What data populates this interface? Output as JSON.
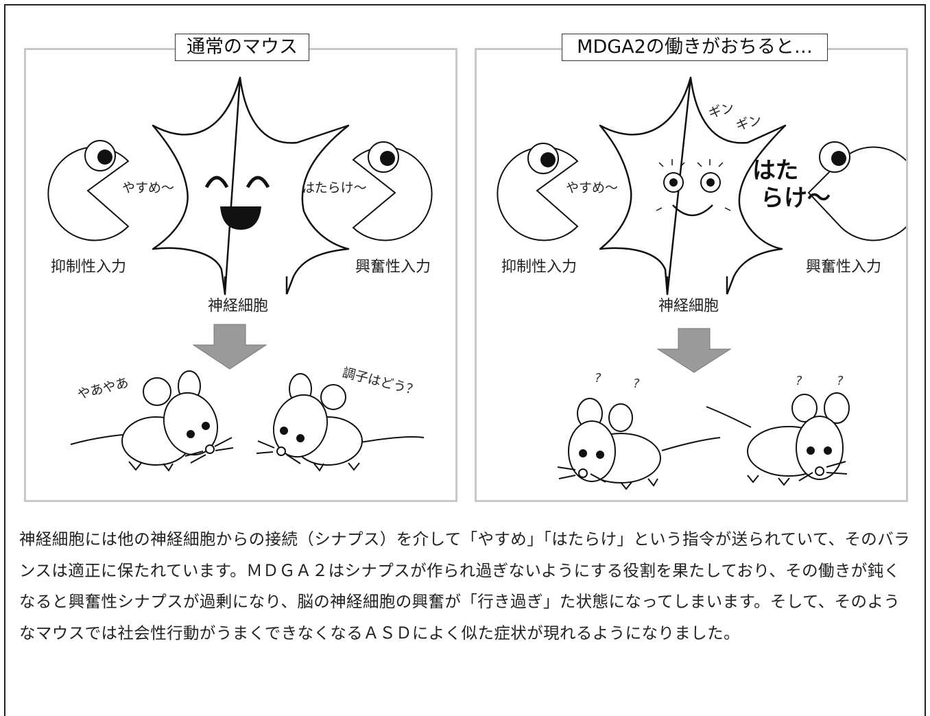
{
  "left_panel": {
    "title": "通常のマウス",
    "inhibitory_speech": "やすめ〜",
    "excitatory_speech": "はたらけ〜",
    "inhibitory_label": "抑制性入力",
    "excitatory_label": "興奮性入力",
    "neuron_label": "神経細胞",
    "mouse_speech_left": "やあやあ",
    "mouse_speech_right": "調子はどう？"
  },
  "right_panel": {
    "title": "MDGA2の働きがおちると…",
    "inhibitory_speech": "やすめ〜",
    "excitatory_speech_line1": "はた",
    "excitatory_speech_line2": "らけ〜",
    "sound_effect_1": "ギン",
    "sound_effect_2": "ギン",
    "inhibitory_label": "抑制性入力",
    "excitatory_label": "興奮性入力",
    "neuron_label": "神経細胞",
    "question_marks": [
      "?",
      "?",
      "?",
      "?"
    ]
  },
  "caption": "神経細胞には他の神経細胞からの接続（シナプス）を介して「やすめ」「はたらけ」という指令が送られていて、そのバランスは適正に保たれています。ＭＤＧＡ２はシナプスが作られ過ぎないようにする役割を果たしており、その働きが鈍くなると興奮性シナプスが過剰になり、脳の神経細胞の興奮が「行き過ぎ」た状態になってしまいます。そして、そのようなマウスでは社会性行動がうまくできなくなるＡＳＤによく似た症状が現れるようになりました。",
  "colors": {
    "panel_border": "#c8c8c8",
    "arrow_fill": "#9a9a9a",
    "line": "#111111"
  }
}
